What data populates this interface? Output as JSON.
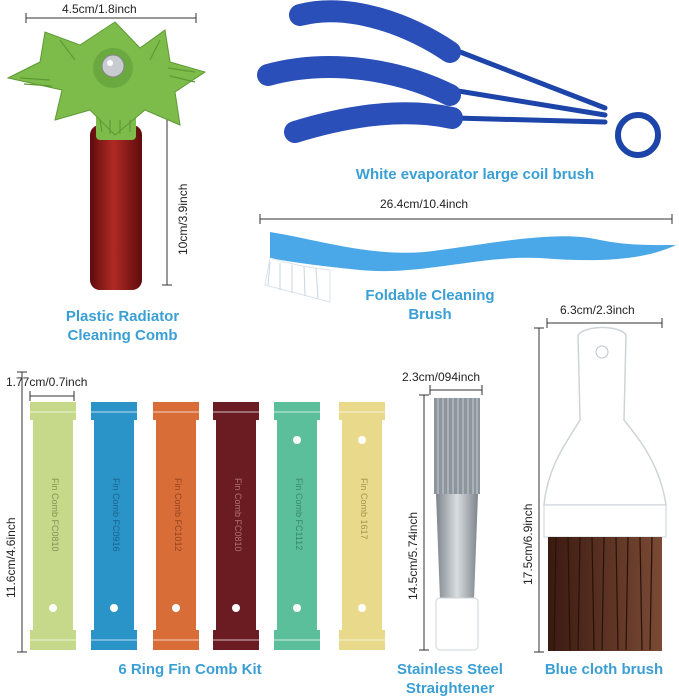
{
  "dimensions": {
    "radiator_width": "4.5cm/1.8inch",
    "radiator_height": "10cm/3.9inch",
    "foldable_width": "26.4cm/10.4inch",
    "blue_cloth_width": "6.3cm/2.3inch",
    "ring_comb_width": "1.77cm/0.7inch",
    "ring_comb_height": "11.6cm/4.6inch",
    "straightener_width": "2.3cm/094inch",
    "straightener_height": "14.5cm/5.74inch",
    "blue_cloth_height": "17.5cm/6.9inch"
  },
  "labels": {
    "radiator_line1": "Plastic Radiator",
    "radiator_line2": "Cleaning Comb",
    "coil_brush": "White evaporator large coil brush",
    "foldable_line1": "Foldable Cleaning",
    "foldable_line2": "Brush",
    "fin_comb_kit": "6 Ring Fin Comb Kit",
    "straightener_line1": "Stainless Steel",
    "straightener_line2": "Straightener",
    "blue_cloth": "Blue cloth brush"
  },
  "comb_texts": [
    "Fin Comb FC0810",
    "Fin Comb FC0916",
    "Fin Comb FC1012",
    "Fin Comb FC0810",
    "Fin Comb FC1112",
    "Fin Comb 1617"
  ],
  "colors": {
    "label_blue": "#3a9fd4",
    "comb_green": "#7dbb4b",
    "handle_red": "#8f1a1a",
    "coil_brush_blue": "#1d44a8",
    "foldable_blue": "#4aa8e8",
    "ring_combs": [
      "#c6d889",
      "#2a93c8",
      "#d86d38",
      "#6a1c22",
      "#5cbf9b",
      "#e9d98b"
    ]
  }
}
